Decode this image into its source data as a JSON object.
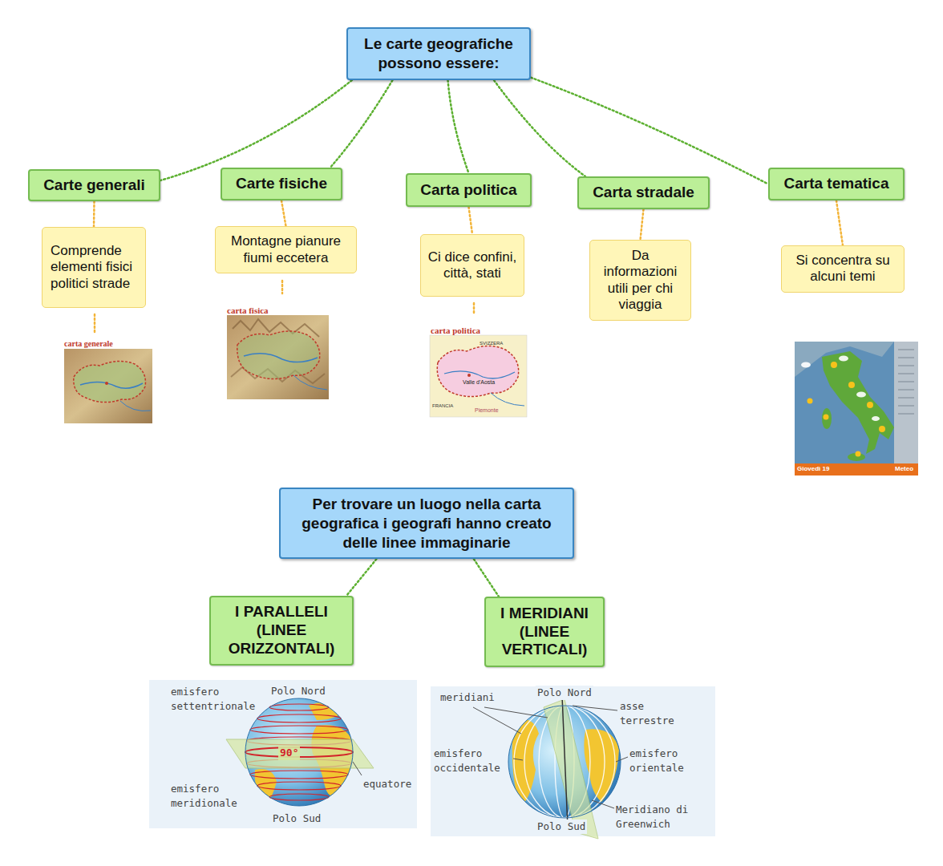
{
  "diagram": {
    "nodes": [
      {
        "text": [
          "Le carte geografiche possono essere:"
        ]
      },
      {
        "text": [
          "Carte generali"
        ]
      },
      {
        "text": [
          "Carte fisiche"
        ]
      },
      {
        "text": [
          "Carta politica"
        ]
      },
      {
        "text": [
          "Carta stradale"
        ]
      },
      {
        "text": [
          "Carta tematica"
        ]
      },
      {
        "text": [
          "Comprende elementi fisici politici strade"
        ]
      },
      {
        "text": [
          "Montagne pianure fiumi eccetera"
        ]
      },
      {
        "text": [
          "Ci dice confini, città, stati"
        ]
      },
      {
        "text": [
          "Da informazioni utili per chi viaggia"
        ]
      },
      {
        "text": [
          "Si concentra su alcuni temi"
        ]
      },
      {
        "text": [
          "Per trovare un luogo nella carta geografica i geografi hanno creato delle linee immaginarie"
        ]
      },
      {
        "text": [
          "I PARALLELI (LINEE ORIZZONTALI)"
        ]
      },
      {
        "text": [
          "I MERIDIANI (LINEE VERTICALI)"
        ]
      }
    ],
    "edges": [
      {
        "from": 0,
        "to": 1,
        "arrow": "none"
      },
      {
        "from": 0,
        "to": 2,
        "arrow": "none"
      },
      {
        "from": 0,
        "to": 3,
        "arrow": "none"
      },
      {
        "from": 0,
        "to": 4,
        "arrow": "none"
      },
      {
        "from": 0,
        "to": 5,
        "arrow": "none"
      },
      {
        "from": 1,
        "to": 6,
        "arrow": "none"
      },
      {
        "from": 2,
        "to": 7,
        "arrow": "none"
      },
      {
        "from": 3,
        "to": 8,
        "arrow": "none"
      },
      {
        "from": 4,
        "to": 9,
        "arrow": "none"
      },
      {
        "from": 5,
        "to": 10,
        "arrow": "none"
      },
      {
        "from": 11,
        "to": 12,
        "arrow": "none"
      },
      {
        "from": 11,
        "to": 13,
        "arrow": "none"
      }
    ],
    "labels": [
      "carta generale",
      "carta fisica",
      "carta politica",
      "SVIZZERA",
      "Valle d'Aosta",
      "FRANCIA",
      "Piemonte",
      "Giovedì 19",
      "Meteo",
      "emisfero settentrionale",
      "Polo Nord",
      "90°",
      "emisfero meridionale",
      "equatore",
      "Polo Sud",
      "meridiani",
      "Polo Nord",
      "asse terrestre",
      "emisfero occidentale",
      "emisfero orientale",
      "Meridiano di Greenwich",
      "Polo Sud"
    ]
  }
}
